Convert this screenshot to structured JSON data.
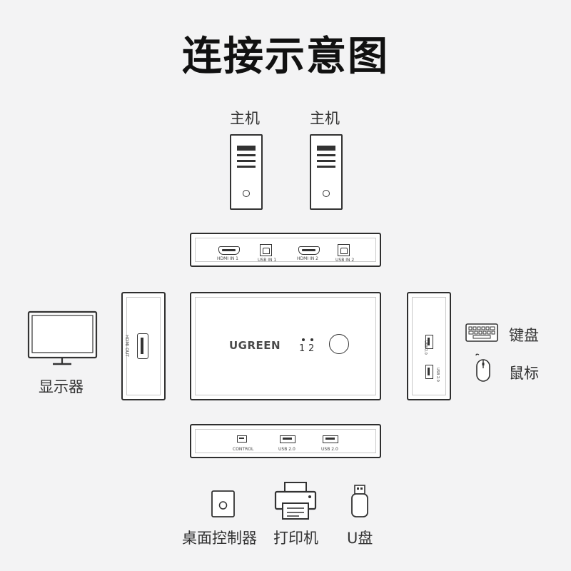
{
  "title": "连接示意图",
  "hosts": [
    {
      "label": "主机"
    },
    {
      "label": "主机"
    }
  ],
  "rear_panel": {
    "ports": [
      {
        "type": "hdmi",
        "label": "HDMI IN 1"
      },
      {
        "type": "usb-b",
        "label": "USB IN 1"
      },
      {
        "type": "hdmi",
        "label": "HDMI IN 2"
      },
      {
        "type": "usb-b",
        "label": "USB IN 2"
      }
    ]
  },
  "left_panel": {
    "port_label": "HDMI OUT"
  },
  "front_panel": {
    "brand": "UGREEN",
    "channel_labels": [
      "1",
      "2"
    ]
  },
  "right_panel": {
    "port_labels": [
      "USB 2.0",
      "USB 2.0"
    ]
  },
  "bottom_panel": {
    "ports": [
      {
        "label": "CONTROL"
      },
      {
        "label": "USB 2.0"
      },
      {
        "label": "USB 2.0"
      }
    ]
  },
  "devices": {
    "monitor": "显示器",
    "keyboard": "键盘",
    "mouse": "鼠标",
    "desktop_controller": "桌面控制器",
    "printer": "打印机",
    "usb_drive": "U盘"
  },
  "colors": {
    "stroke": "#2e2e2e",
    "background": "#f3f3f4",
    "panel": "#ffffff",
    "title": "#111111"
  }
}
